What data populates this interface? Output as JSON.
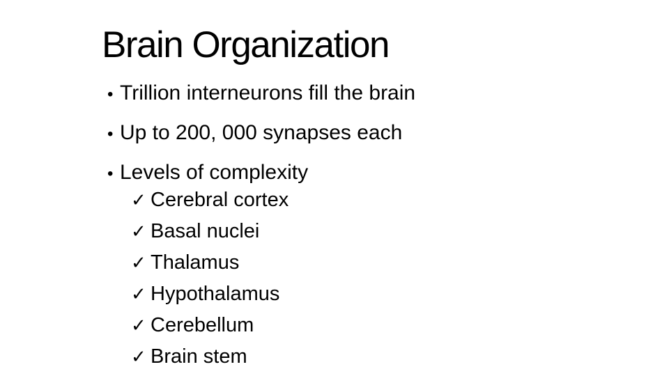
{
  "slide": {
    "title": "Brain Organization",
    "bullets": [
      "Trillion interneurons fill the brain",
      "Up to 200, 000 synapses each",
      "Levels of complexity"
    ],
    "sub_items": [
      "Cerebral cortex",
      "Basal nuclei",
      "Thalamus",
      "Hypothalamus",
      "Cerebellum",
      "Brain stem"
    ],
    "bullet_symbol": "•",
    "check_symbol": "✓",
    "icons": {
      "bullet": "bullet-dot-icon",
      "sub_item": "checkmark-icon"
    },
    "colors": {
      "text": "#000000",
      "background": "#ffffff"
    }
  }
}
